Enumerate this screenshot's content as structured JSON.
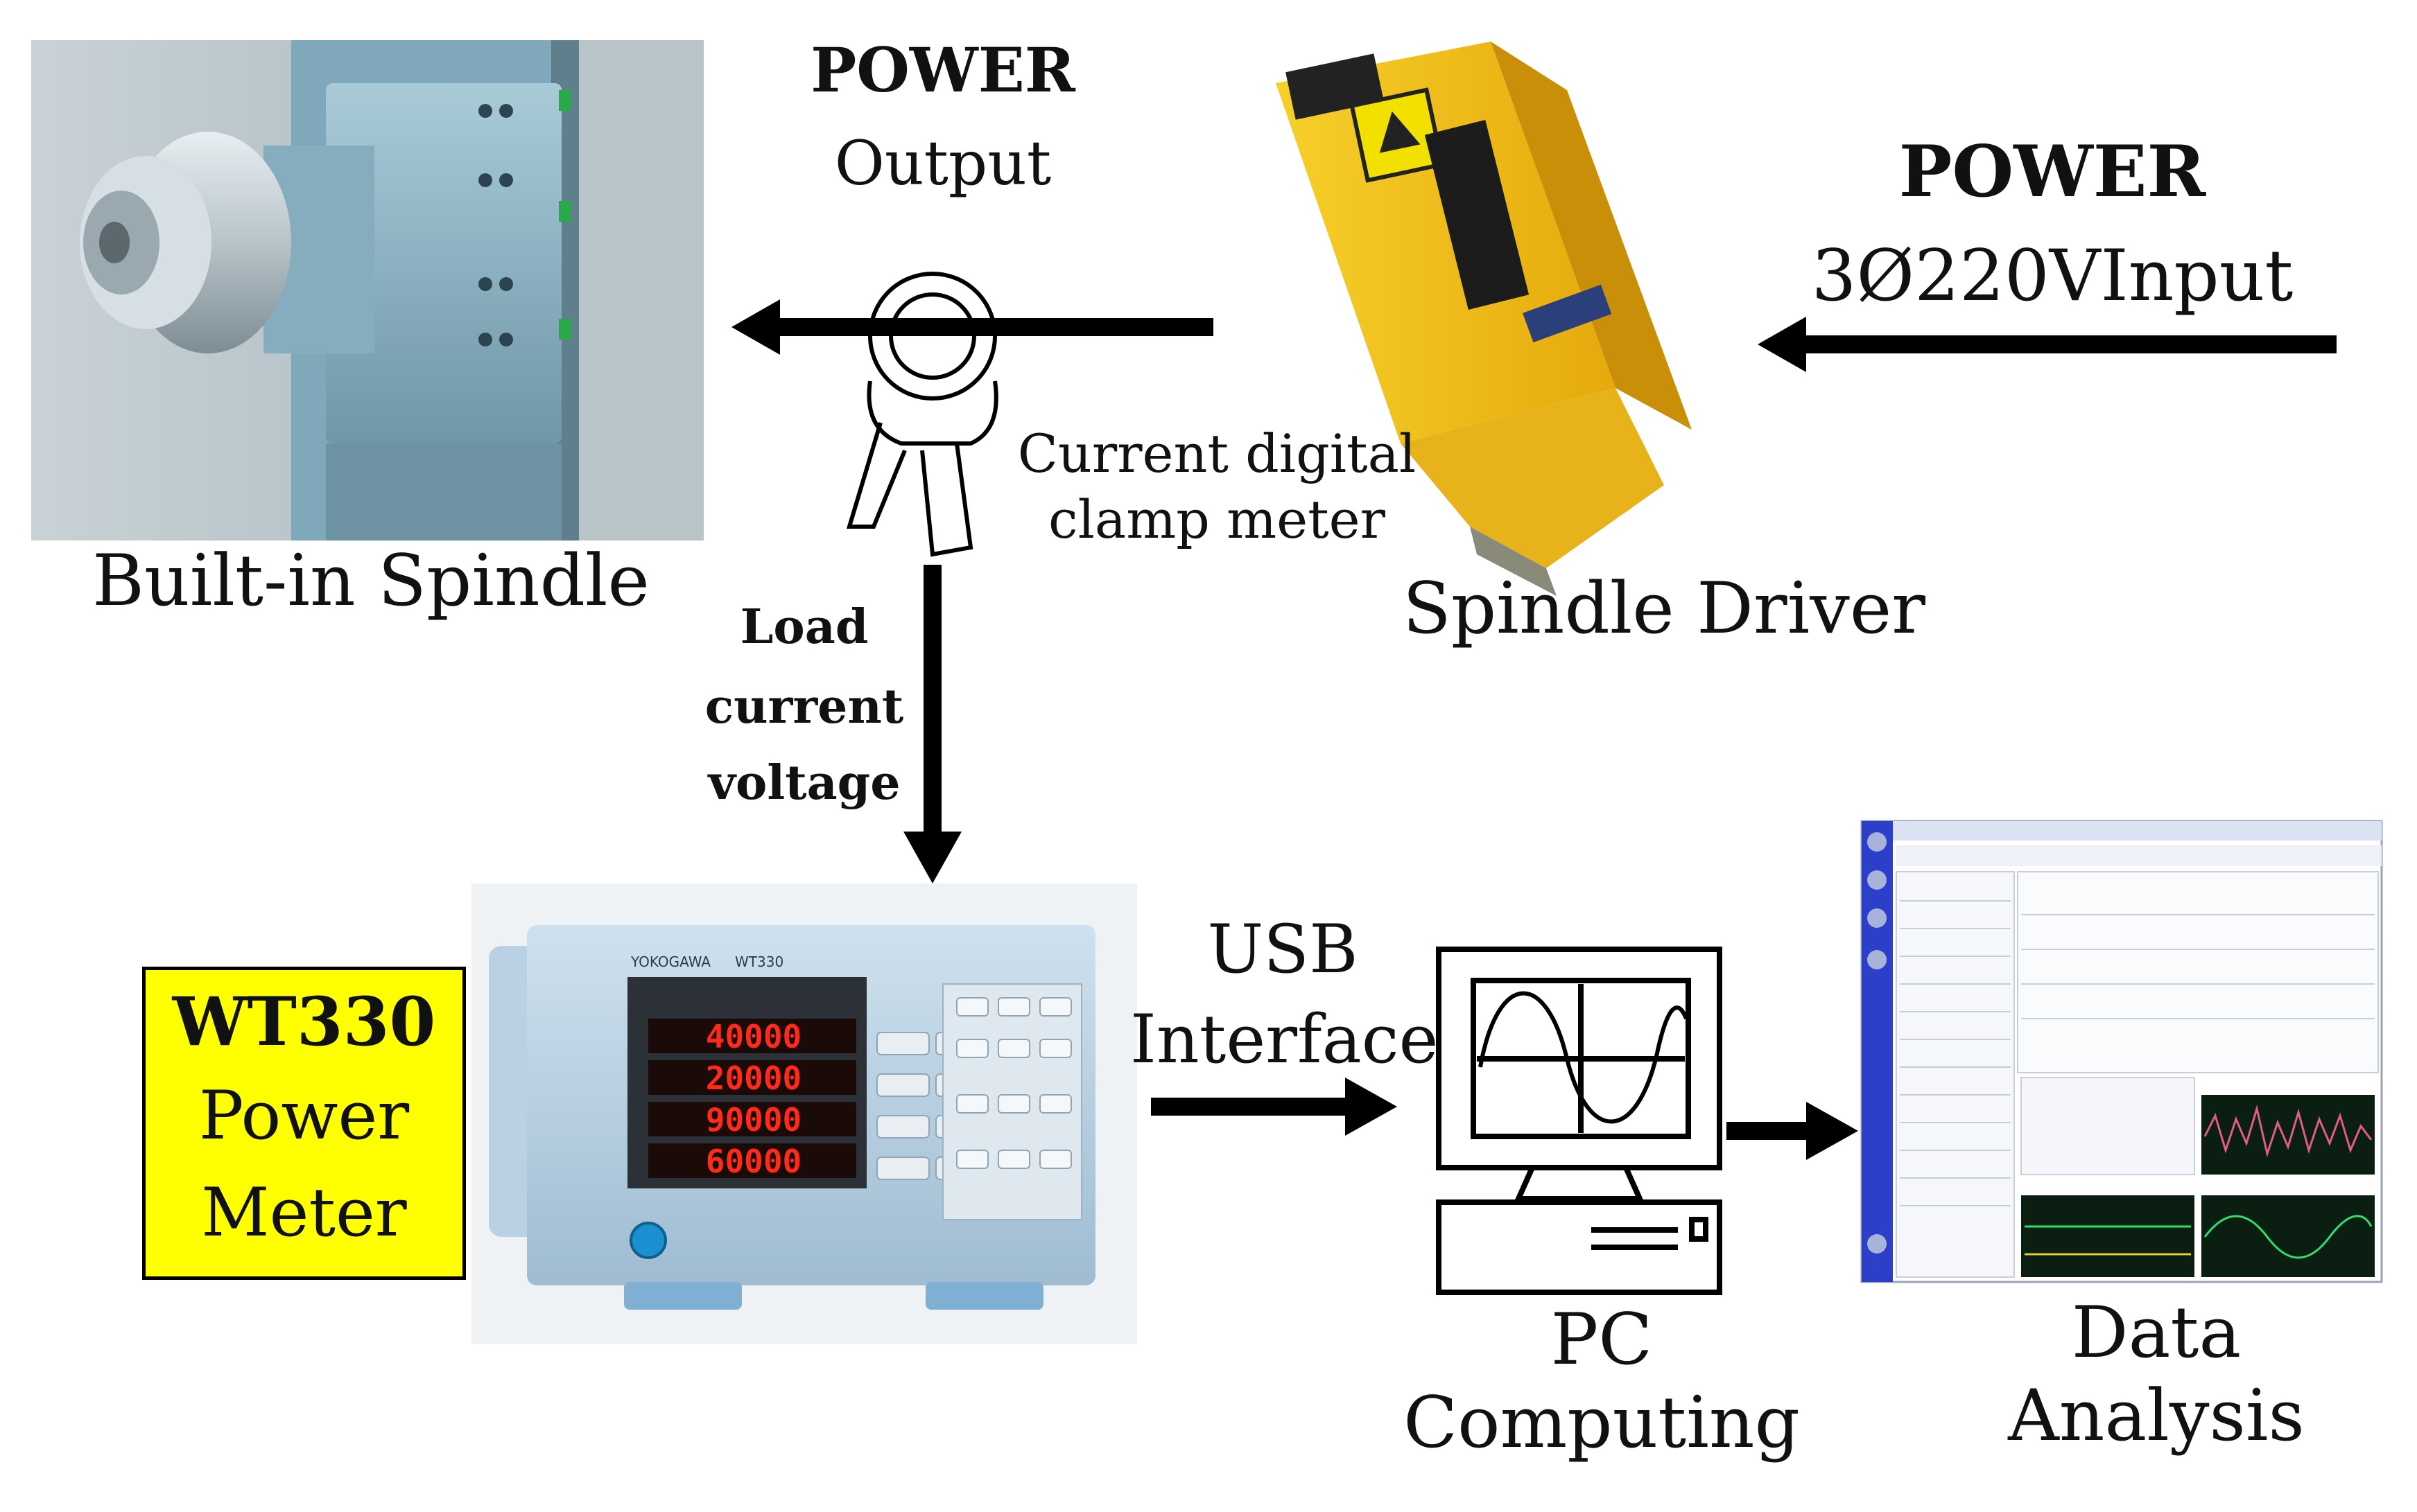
{
  "labels": {
    "power_output_title": "POWER",
    "power_output_sub": "Output",
    "power_input_title": "POWER",
    "power_input_sub": "3Ø220VInput",
    "clamp_line1": "Current digital",
    "clamp_line2": "clamp meter",
    "built_in_spindle": "Built-in Spindle",
    "spindle_driver": "Spindle Driver",
    "load_line1": "Load",
    "load_line2": "current",
    "load_line3": "voltage",
    "wt_line1": "WT330",
    "wt_line2": "Power",
    "wt_line3": "Meter",
    "usb_line1": "USB",
    "usb_line2": "Interface",
    "pc_line1": "PC",
    "pc_line2": "Computing",
    "data_line1": "Data",
    "data_line2": "Analysis"
  },
  "meter": {
    "brand": "YOKOGAWA",
    "model": "WT330",
    "readings": [
      "40000",
      "20000",
      "90000",
      "60000"
    ]
  },
  "colors": {
    "driver_yellow": "#f4c21a",
    "spindle_blue": "#8fb7c6",
    "wt_box": "#ffff00",
    "meter_digits": "#ff2a1a",
    "software_blue": "#2b3fc9"
  }
}
